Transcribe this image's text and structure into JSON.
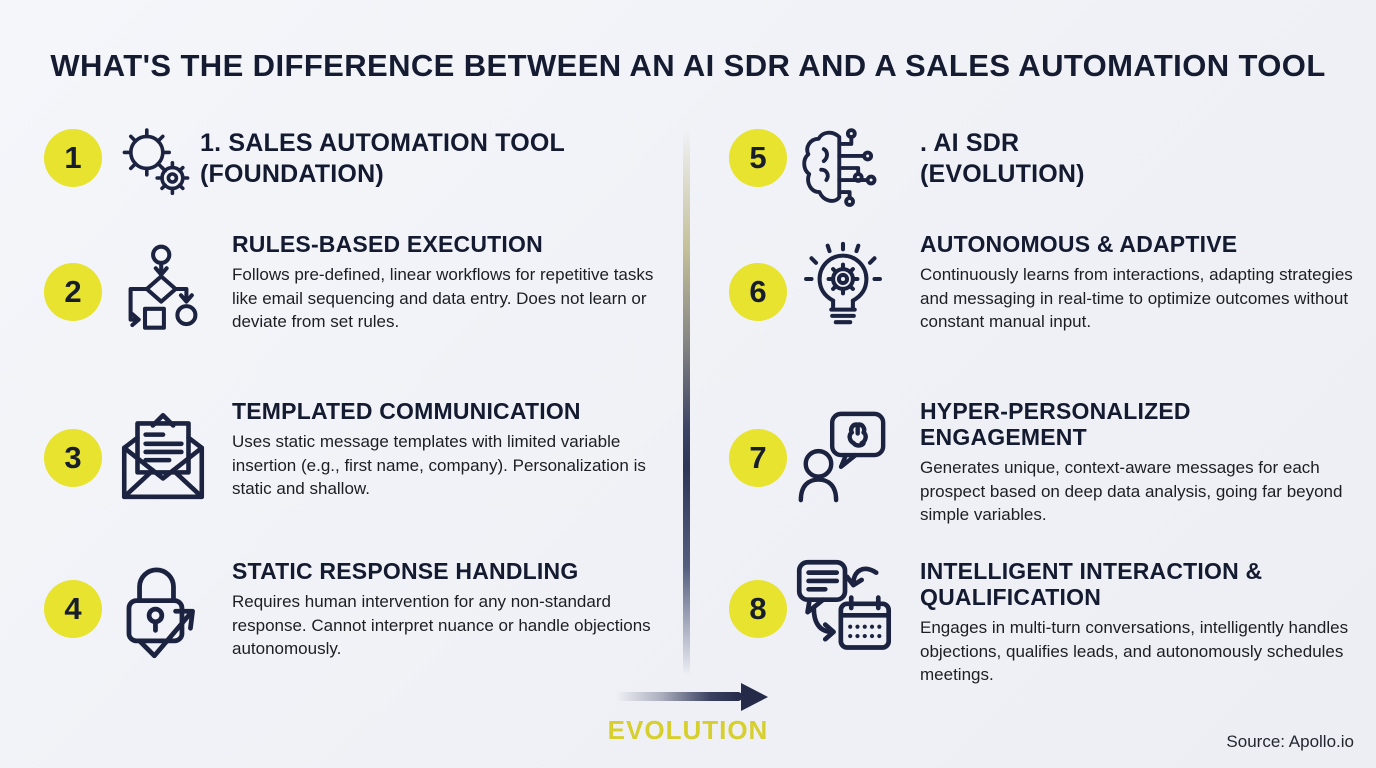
{
  "page": {
    "title": "WHAT'S THE DIFFERENCE BETWEEN AN AI SDR AND A SALES AUTOMATION TOOL",
    "evolution_label": "EVOLUTION",
    "source": "Source: Apollo.io"
  },
  "colors": {
    "background": "#f2f4f8",
    "accent_yellow": "#e7e32f",
    "evolution_text_yellow": "#d6cf2d",
    "dark_navy": "#1c2340"
  },
  "left_column": {
    "header": {
      "number": "1",
      "icon": "gears-icon",
      "title_line1": "1. SALES AUTOMATION TOOL",
      "title_line2": "(FOUNDATION)"
    },
    "items": [
      {
        "number": "2",
        "icon": "flowchart-icon",
        "title": "RULES-BASED EXECUTION",
        "body": "Follows pre-defined, linear workflows for repetitive tasks like email sequencing and data entry. Does not learn or deviate from set rules."
      },
      {
        "number": "3",
        "icon": "open-envelope-icon",
        "title": "TEMPLATED COMMUNICATION",
        "body": "Uses static message templates with limited variable insertion (e.g., first name, company). Personalization is static and shallow."
      },
      {
        "number": "4",
        "icon": "padlock-arrow-icon",
        "title": "STATIC RESPONSE HANDLING",
        "body": "Requires human intervention for any non-standard response. Cannot interpret nuance or handle objections autonomously."
      }
    ]
  },
  "right_column": {
    "header": {
      "number": "5",
      "icon": "brain-circuit-icon",
      "title_line1": ". AI SDR",
      "title_line2": "(EVOLUTION)"
    },
    "items": [
      {
        "number": "6",
        "icon": "lightbulb-gear-icon",
        "title": "AUTONOMOUS & ADAPTIVE",
        "body": "Continuously learns from interactions, adapting strategies and messaging in real-time to optimize outcomes without constant manual input."
      },
      {
        "number": "7",
        "icon": "person-chat-brain-icon",
        "title": "HYPER-PERSONALIZED ENGAGEMENT",
        "body": "Generates unique, context-aware messages for each prospect based on deep data analysis, going far beyond simple variables."
      },
      {
        "number": "8",
        "icon": "chat-calendar-icon",
        "title": "INTELLIGENT INTERACTION & QUALIFICATION",
        "body": "Engages in multi-turn conversations, intelligently handles objections, qualifies leads, and autonomously schedules meetings."
      }
    ]
  }
}
